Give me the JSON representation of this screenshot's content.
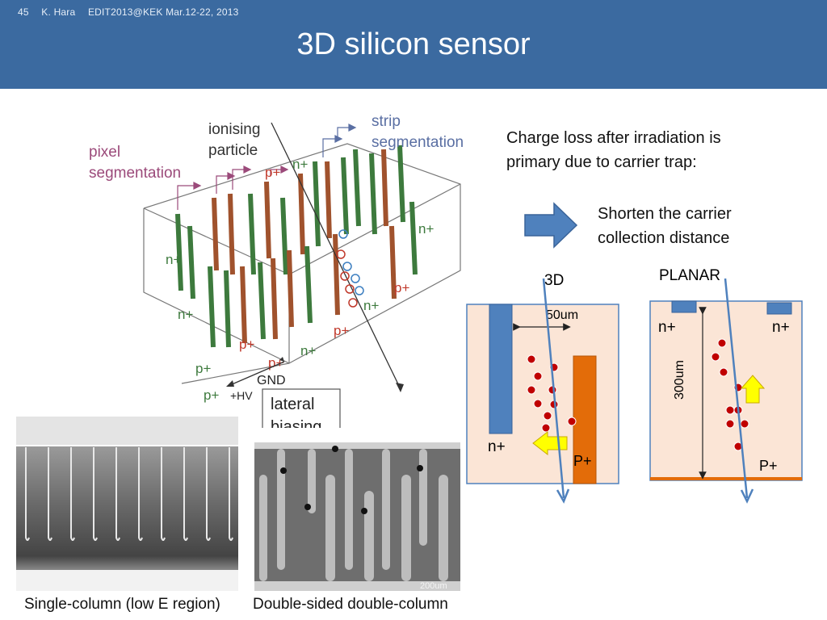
{
  "header": {
    "slide_number": "45",
    "author": "K. Hara",
    "event": "EDIT2013@KEK Mar.12-22, 2013",
    "title": "3D silicon sensor"
  },
  "left_diagram": {
    "pixel_segmentation": [
      "pixel",
      "segmentation"
    ],
    "ionising_particle": [
      "ionising",
      "particle"
    ],
    "strip_segmentation": [
      "strip",
      "segmentation"
    ],
    "electrode_labels": [
      "p+",
      "n+",
      "n+",
      "n+",
      "p+",
      "n+",
      "n+",
      "p+",
      "p+",
      "n+",
      "p+",
      "p+"
    ],
    "gnd": "GND",
    "hv": "+HV",
    "lateral_biasing": [
      "lateral",
      "biasing"
    ],
    "colors": {
      "n_column": "#3d7a3d",
      "p_column": "#a0522d",
      "pixel_text": "#9b4a7a",
      "strip_text": "#5a6fa3"
    }
  },
  "right_text": {
    "charge_loss": [
      "Charge loss after irradiation is",
      "primary due to carrier trap:"
    ],
    "shorten": [
      "Shorten the carrier",
      "collection distance"
    ],
    "arrow_color": "#4f81bd"
  },
  "comparison": {
    "label_3d": "3D",
    "label_planar": "PLANAR",
    "spacing_3d": "50um",
    "thickness_planar": "300um",
    "n_plus": "n+",
    "p_plus": "P+",
    "colors": {
      "box_fill": "#fbe5d6",
      "n_electrode": "#4f81bd",
      "p_electrode": "#e36c09",
      "carrier_dot": "#c00000",
      "drift_arrow": "#ffff00"
    }
  },
  "photos": {
    "scale_bar": "200um"
  },
  "captions": {
    "single": "Single-column (low E region)",
    "double": "Double-sided double-column"
  }
}
